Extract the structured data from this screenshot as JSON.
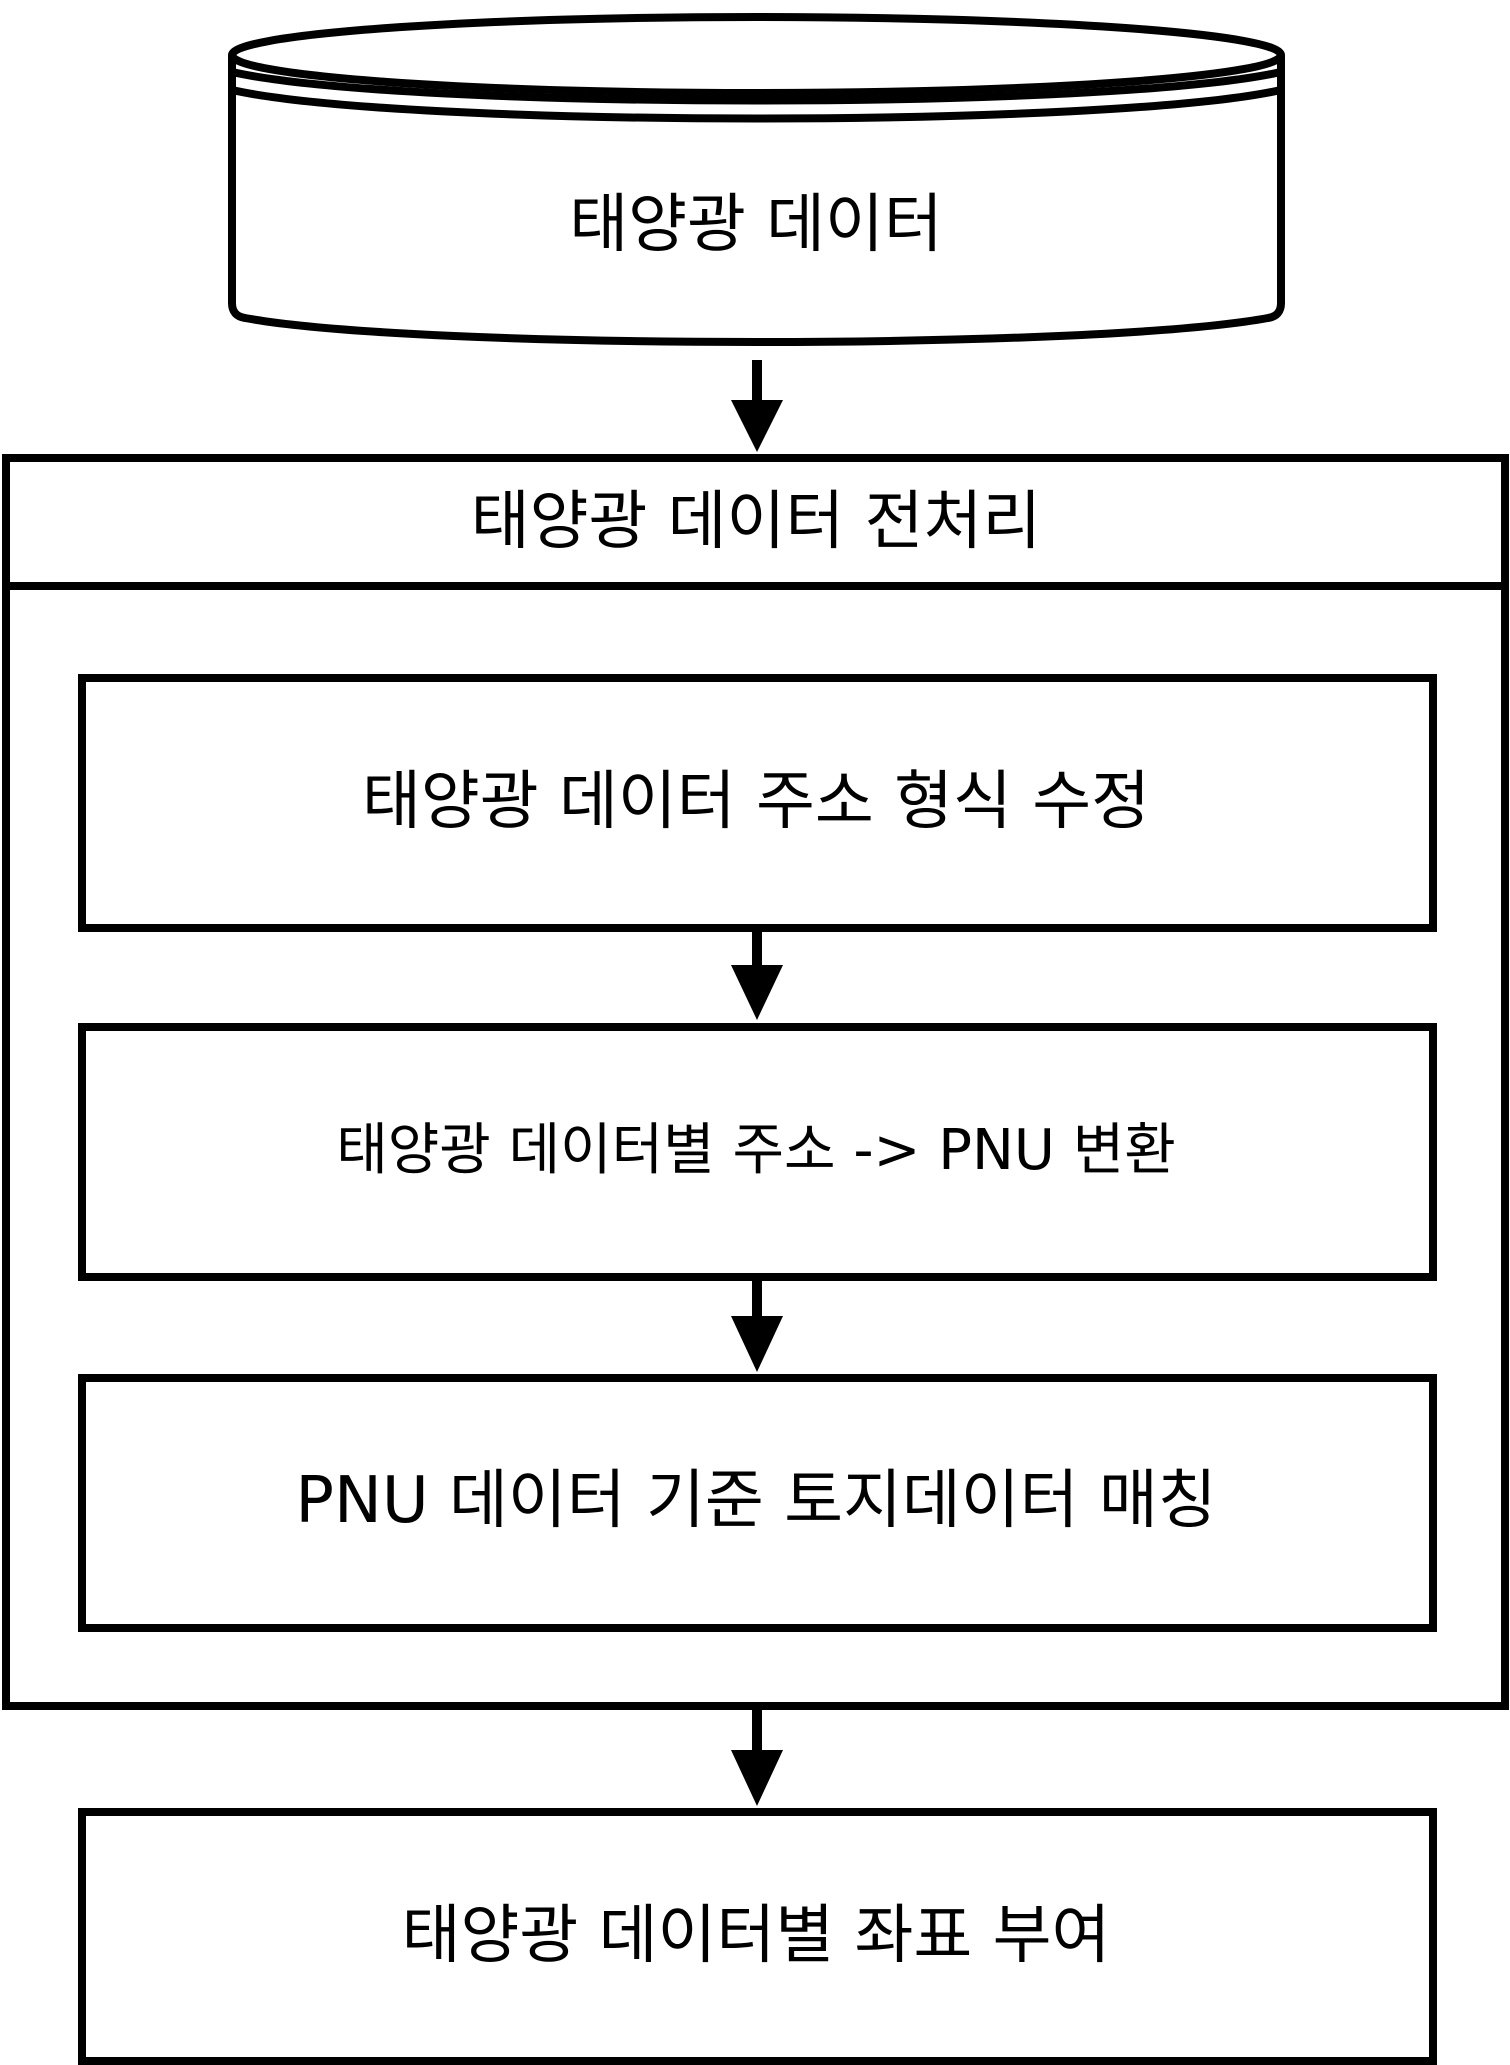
{
  "diagram": {
    "source": {
      "label": "태양광 데이터"
    },
    "group": {
      "title": "태양광 데이터 전처리",
      "steps": [
        {
          "label": "태양광 데이터 주소 형식 수정"
        },
        {
          "label": "태양광 데이터별 주소 -> PNU 변환"
        },
        {
          "label": "PNU 데이터 기준 토지데이터 매칭"
        }
      ]
    },
    "output": {
      "label": "태양광 데이터별 좌표 부여"
    },
    "colors": {
      "stroke": "#000000",
      "fill": "#ffffff"
    }
  }
}
